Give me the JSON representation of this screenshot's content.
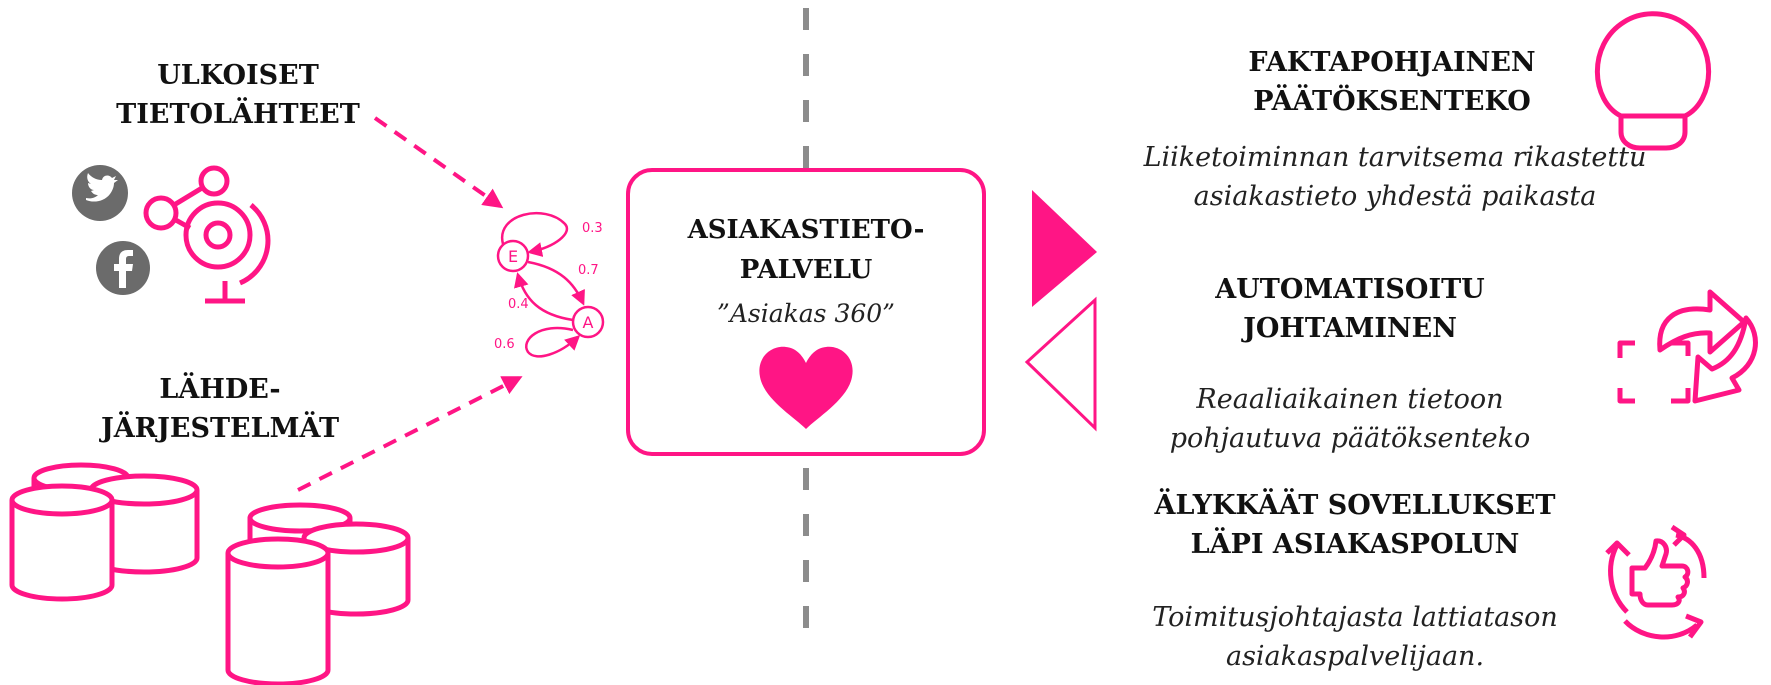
{
  "colors": {
    "accent": "#ff1585",
    "icon_gray": "#6b6b6b",
    "divider": "#8c8c8c",
    "text": "#111111"
  },
  "left": {
    "external_sources": [
      "ULKOISET",
      "TIETOLÄHTEET"
    ],
    "source_systems": [
      "LÄHDE-",
      "JÄRJESTELMÄT"
    ]
  },
  "markov": {
    "nodes": [
      "E",
      "A"
    ],
    "labels": [
      "0.3",
      "0.7",
      "0.4",
      "0.6"
    ]
  },
  "center": {
    "title": [
      "ASIAKASTIETO-",
      "PALVELU"
    ],
    "subtitle": "”Asiakas 360”"
  },
  "right": {
    "items": [
      {
        "title": [
          "FAKTAPOHJAINEN",
          "PÄÄTÖKSENTEKO"
        ],
        "desc": [
          "Liiketoiminnan tarvitsema rikastettu",
          "asiakastieto yhdestä paikasta"
        ],
        "icon": "lightbulb-icon"
      },
      {
        "title": [
          "AUTOMATISOITU",
          "JOHTAMINEN"
        ],
        "desc": [
          "Reaaliaikainen tietoon",
          "pohjautuva päätöksenteko"
        ],
        "icon": "automation-arrows-icon"
      },
      {
        "title": [
          "ÄLYKKÄÄT SOVELLUKSET",
          "LÄPI ASIAKASPOLUN"
        ],
        "desc": [
          "Toimitusjohtajasta lattiatason",
          "asiakaspalvelijaan."
        ],
        "icon": "thumbs-up-cycle-icon"
      }
    ]
  },
  "icons": [
    "twitter-icon",
    "facebook-icon",
    "globe-network-icon",
    "database-stack-icon",
    "heart-icon",
    "arrow-right-icon",
    "arrow-left-icon"
  ]
}
